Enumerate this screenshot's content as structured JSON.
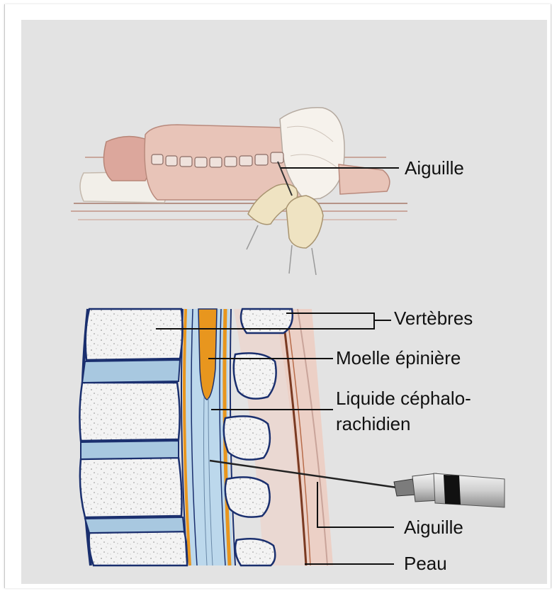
{
  "labels": {
    "aiguille_top": "Aiguille",
    "vertebres": "Vertèbres",
    "moelle": "Moelle épinière",
    "liquide_line1": "Liquide céphalo-",
    "liquide_line2": "rachidien",
    "aiguille_bottom": "Aiguille",
    "peau": "Peau"
  },
  "colors": {
    "background": "#e3e3e3",
    "skin": "#e8c4b8",
    "spinal_cord": "#e8961e",
    "csf": "#bcd8ec",
    "vertebra": "#f2f2f2",
    "disc": "#a8c8e0",
    "outline": "#1a2f6e",
    "glove": "#efe3c2",
    "nerve_brown": "#7a3a22"
  }
}
